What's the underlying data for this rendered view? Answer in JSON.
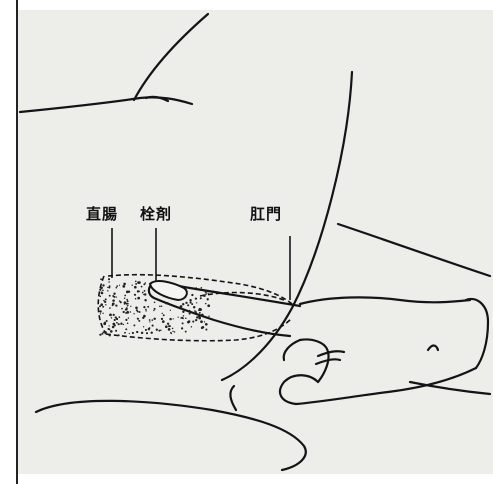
{
  "figure": {
    "labels": {
      "rectum": "直腸",
      "suppository": "栓剤",
      "anus": "肛門"
    },
    "colors": {
      "paper": "#ededea",
      "ink": "#141414",
      "frame": "#222222"
    }
  }
}
